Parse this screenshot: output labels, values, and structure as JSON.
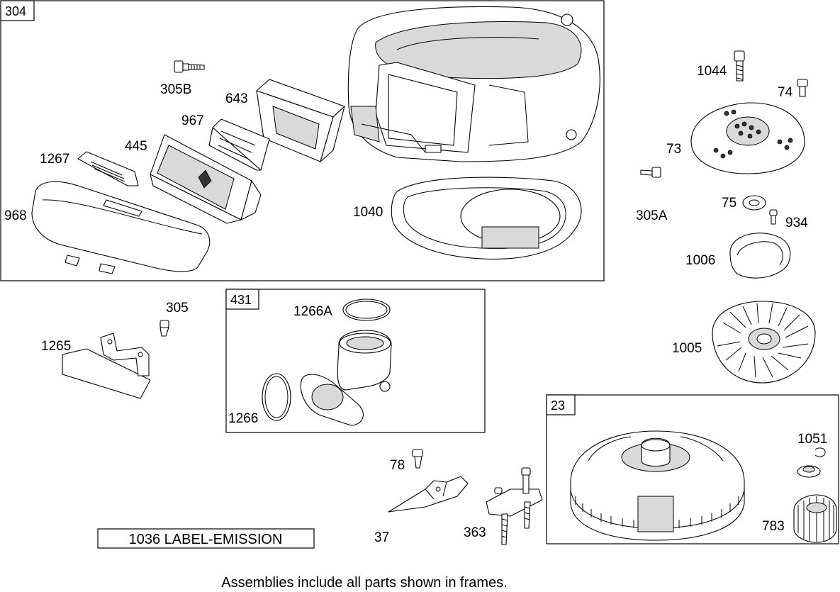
{
  "frames": [
    {
      "key": "frame_304",
      "tag": "304"
    },
    {
      "key": "frame_431",
      "tag": "431"
    },
    {
      "key": "frame_23",
      "tag": "23"
    }
  ],
  "labels": {
    "p305B": "305B",
    "p643": "643",
    "p967": "967",
    "p445": "445",
    "p1267": "1267",
    "p968": "968",
    "p1040": "1040",
    "p1044": "1044",
    "p74": "74",
    "p73": "73",
    "p305A": "305A",
    "p75": "75",
    "p934": "934",
    "p1006": "1006",
    "p1005": "1005",
    "p305": "305",
    "p1265": "1265",
    "p1266A": "1266A",
    "p1266": "1266",
    "p78": "78",
    "p37": "37",
    "p363": "363",
    "p1051": "1051",
    "p783": "783"
  },
  "emission_label": "1036 LABEL-EMISSION",
  "footnote": "Assemblies include all parts shown in frames."
}
